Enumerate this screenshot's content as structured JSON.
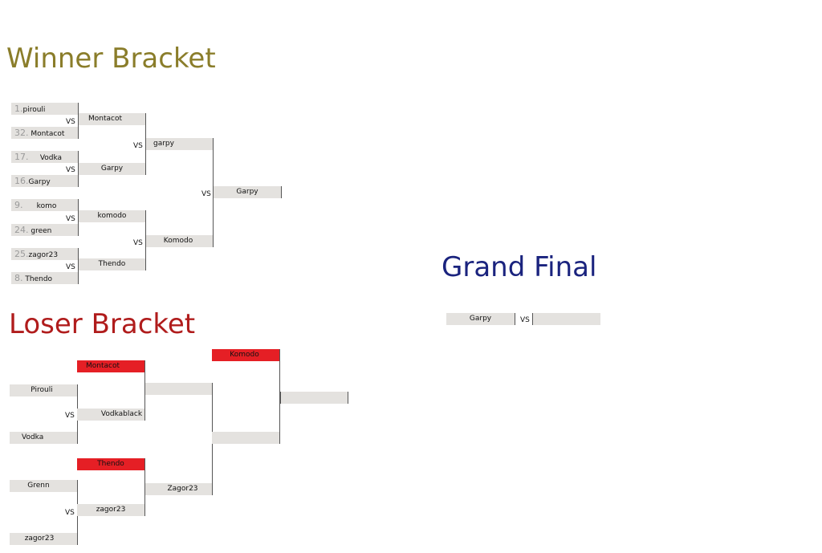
{
  "winner_bracket": {
    "title": "Winner Bracket",
    "color": "#8a7d2a",
    "round1": [
      {
        "seed": "1.",
        "name": "pirouli"
      },
      {
        "seed": "32.",
        "name": "Montacot"
      },
      {
        "seed": "17.",
        "name": "Vodka"
      },
      {
        "seed": "16.",
        "name": "Garpy"
      },
      {
        "seed": "9.",
        "name": "komo"
      },
      {
        "seed": "24.",
        "name": "green"
      },
      {
        "seed": "25.",
        "name": "zagor23"
      },
      {
        "seed": "8.",
        "name": "Thendo"
      }
    ],
    "round2": [
      "Montacot",
      "Garpy",
      "komodo",
      "Thendo"
    ],
    "round3": [
      "garpy",
      "Komodo"
    ],
    "round4": [
      "Garpy"
    ],
    "vs": "VS"
  },
  "grand_final": {
    "title": "Grand Final",
    "color": "#1a237e",
    "player1": "Garpy",
    "player2": "",
    "vs": "VS"
  },
  "loser_bracket": {
    "title": "Loser Bracket",
    "color": "#b01c1c",
    "highlight_color": "#e51f25",
    "round1": [
      "Pirouli",
      "Vodka",
      "Grenn",
      "zagor23"
    ],
    "round2": [
      "Montacot",
      "Vodkablack",
      "Thendo",
      "zagor23"
    ],
    "round3": [
      "",
      "Zagor23"
    ],
    "round4": [
      "Komodo",
      ""
    ],
    "round5": [
      ""
    ],
    "vs": "VS"
  }
}
